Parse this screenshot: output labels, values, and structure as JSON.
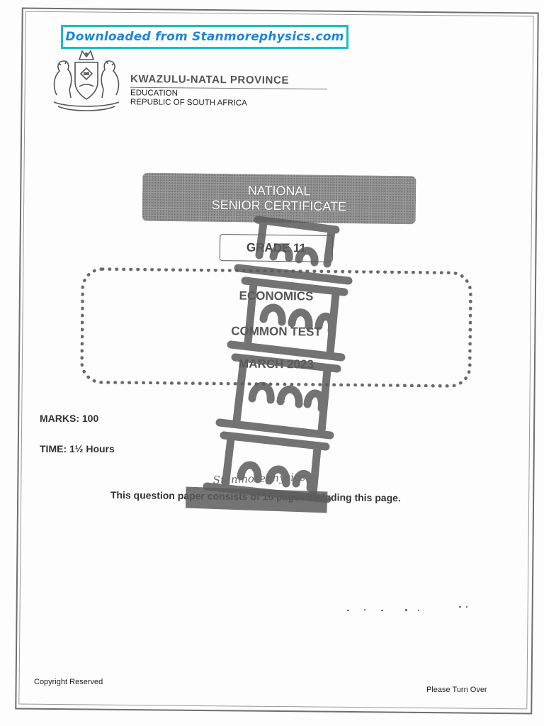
{
  "banner": {
    "text": "Downloaded from Stanmorephysics.com",
    "color": "#1c84e6",
    "border_color": "#17bfc7"
  },
  "header": {
    "crest_icon": "coat-of-arms-icon",
    "province": "KWAZULU-NATAL PROVINCE",
    "department": "EDUCATION",
    "country": "REPUBLIC OF SOUTH AFRICA"
  },
  "title": {
    "line1": "NATIONAL",
    "line2": "SENIOR CERTIFICATE"
  },
  "grade": "GRADE 11",
  "subject": {
    "name": "ECONOMICS",
    "test_type": "COMMON TEST",
    "date": "MARCH 2023"
  },
  "marks": "MARKS:  100",
  "time": "TIME: 1½ Hours",
  "pages_note": "This question paper consists of 10 pages including this page.",
  "footer": {
    "copyright": "Copyright Reserved",
    "turn_over": "Please Turn Over"
  },
  "watermark": {
    "icon": "leaning-tower-icon",
    "text": "Stanmorephysics"
  }
}
